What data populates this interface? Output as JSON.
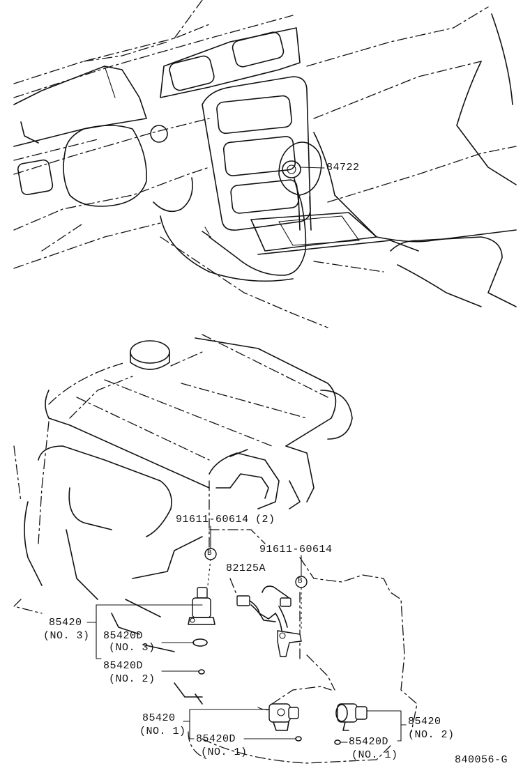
{
  "figure_code": "840056-G",
  "callouts": {
    "knob_switch": "84722",
    "bolt_upper": "91611-60614 (2)",
    "bolt_right": "91611-60614",
    "bolt_marker": "B",
    "wire_harness": "82125A",
    "valve_no3": {
      "part": "85420",
      "sub": "(NO. 3)"
    },
    "gasket_no3": {
      "part": "85420D",
      "sub": "(NO. 3)"
    },
    "gasket_no2_left": {
      "part": "85420D",
      "sub": "(NO. 2)"
    },
    "valve_no1": {
      "part": "85420",
      "sub": "(NO. 1)"
    },
    "gasket_no1_left": {
      "part": "85420D",
      "sub": "(NO. 1)"
    },
    "valve_no2": {
      "part": "85420",
      "sub": "(NO. 2)"
    },
    "gasket_no1_right": {
      "part": "85420D",
      "sub": "(NO. 1)"
    }
  },
  "icons": {
    "dashboard": "dashboard-outline-icon",
    "shift_knob": "shift-knob-switch-icon",
    "engine": "engine-block-icon",
    "solenoid": "solenoid-valve-icon",
    "gasket": "o-ring-gasket-icon",
    "sensor": "sensor-harness-icon"
  }
}
